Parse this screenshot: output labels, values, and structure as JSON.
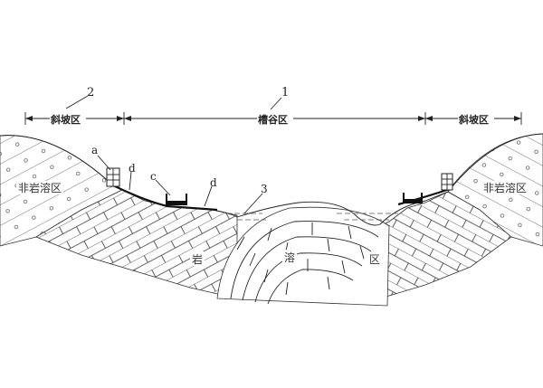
{
  "dimensions": {
    "labels": [
      {
        "number": "2",
        "text": "斜坡区"
      },
      {
        "number": "1",
        "text": "槽谷区"
      },
      {
        "number": "",
        "text": "斜坡区"
      }
    ]
  },
  "callouts": {
    "a": "a",
    "c": "c",
    "d_left": "d",
    "d_right": "d",
    "three": "3"
  },
  "regions": {
    "non_karst_left": "非岩溶区",
    "non_karst_right": "非岩溶区",
    "karst_chars": [
      "岩",
      "溶",
      "区"
    ]
  }
}
